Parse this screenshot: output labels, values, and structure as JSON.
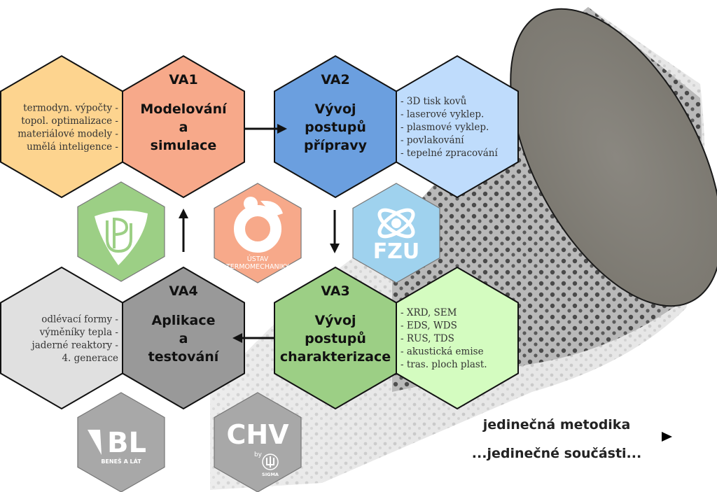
{
  "diagram": {
    "work_areas": [
      {
        "code": "VA1",
        "title_lines": [
          "Modelování",
          "a",
          "simulace"
        ],
        "color": "#f7a98a",
        "details_color": "#fdd48f",
        "details_align": "right",
        "details": [
          "termodyn. výpočty -",
          "topol. optimalizace -",
          "materiálové modely -",
          "umělá inteligence -"
        ]
      },
      {
        "code": "VA2",
        "title_lines": [
          "Vývoj",
          "postupů",
          "přípravy"
        ],
        "color": "#6b9fdf",
        "details_color": "#bfdcfc",
        "details_align": "left",
        "details": [
          "- 3D tisk kovů",
          "- laserové vyklep.",
          "- plasmové vyklep.",
          "- povlakování",
          "- tepelné zpracování"
        ]
      },
      {
        "code": "VA3",
        "title_lines": [
          "Vývoj",
          "postupů",
          "charakterizace"
        ],
        "color": "#9ccf85",
        "details_color": "#d4fcc0",
        "details_align": "left",
        "details": [
          "- XRD, SEM",
          "- EDS, WDS",
          "- RUS, TDS",
          "- akustická emise",
          "- tras. ploch plast."
        ]
      },
      {
        "code": "VA4",
        "title_lines": [
          "Aplikace",
          "a",
          "testování"
        ],
        "color": "#999999",
        "details_color": "#e0e0e0",
        "details_align": "right",
        "details": [
          "odlévací formy -",
          "výměníky tepla -",
          "jaderné reaktory -",
          "4. generace"
        ]
      }
    ],
    "flow": [
      "VA1 → VA2",
      "VA2 → VA3",
      "VA3 → VA4",
      "VA4 → VA1"
    ],
    "partners": [
      {
        "name": "UP",
        "label": "UP",
        "color": "#9ccf85"
      },
      {
        "name": "Ústav termomechaniky",
        "label_lines": [
          "ÚSTAV",
          "TERMOMECHANIKY"
        ],
        "color": "#f7a98a"
      },
      {
        "name": "FZU",
        "label": "FZU",
        "color": "#9fd2ee"
      },
      {
        "name": "Beneš a Lát",
        "label": "BL",
        "sublabel": "BENEŠ A LÁT",
        "color": "#a8a8a8"
      },
      {
        "name": "CHV by Sigma",
        "label": "CHV",
        "by": "by",
        "sublabel": "SIGMA",
        "color": "#a8a8a8"
      }
    ],
    "tagline": {
      "top": "jedinečná metodika",
      "bottom": "...jedinečné součásti..."
    }
  }
}
